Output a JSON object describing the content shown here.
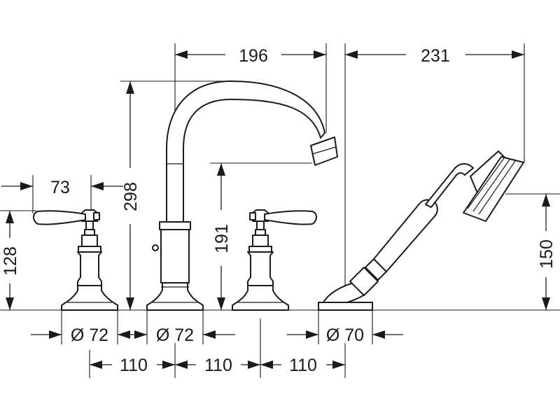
{
  "dimensions": {
    "spout_reach": "196",
    "handshower_reach": "231",
    "lever_length": "73",
    "total_height": "298",
    "spout_height": "191",
    "handle_height": "128",
    "handshower_height": "150",
    "left_base_diameter": "Ø 72",
    "spout_base_diameter": "Ø 72",
    "handshower_base_diameter": "Ø 70",
    "spacing_1": "110",
    "spacing_2": "110",
    "spacing_3": "110"
  }
}
